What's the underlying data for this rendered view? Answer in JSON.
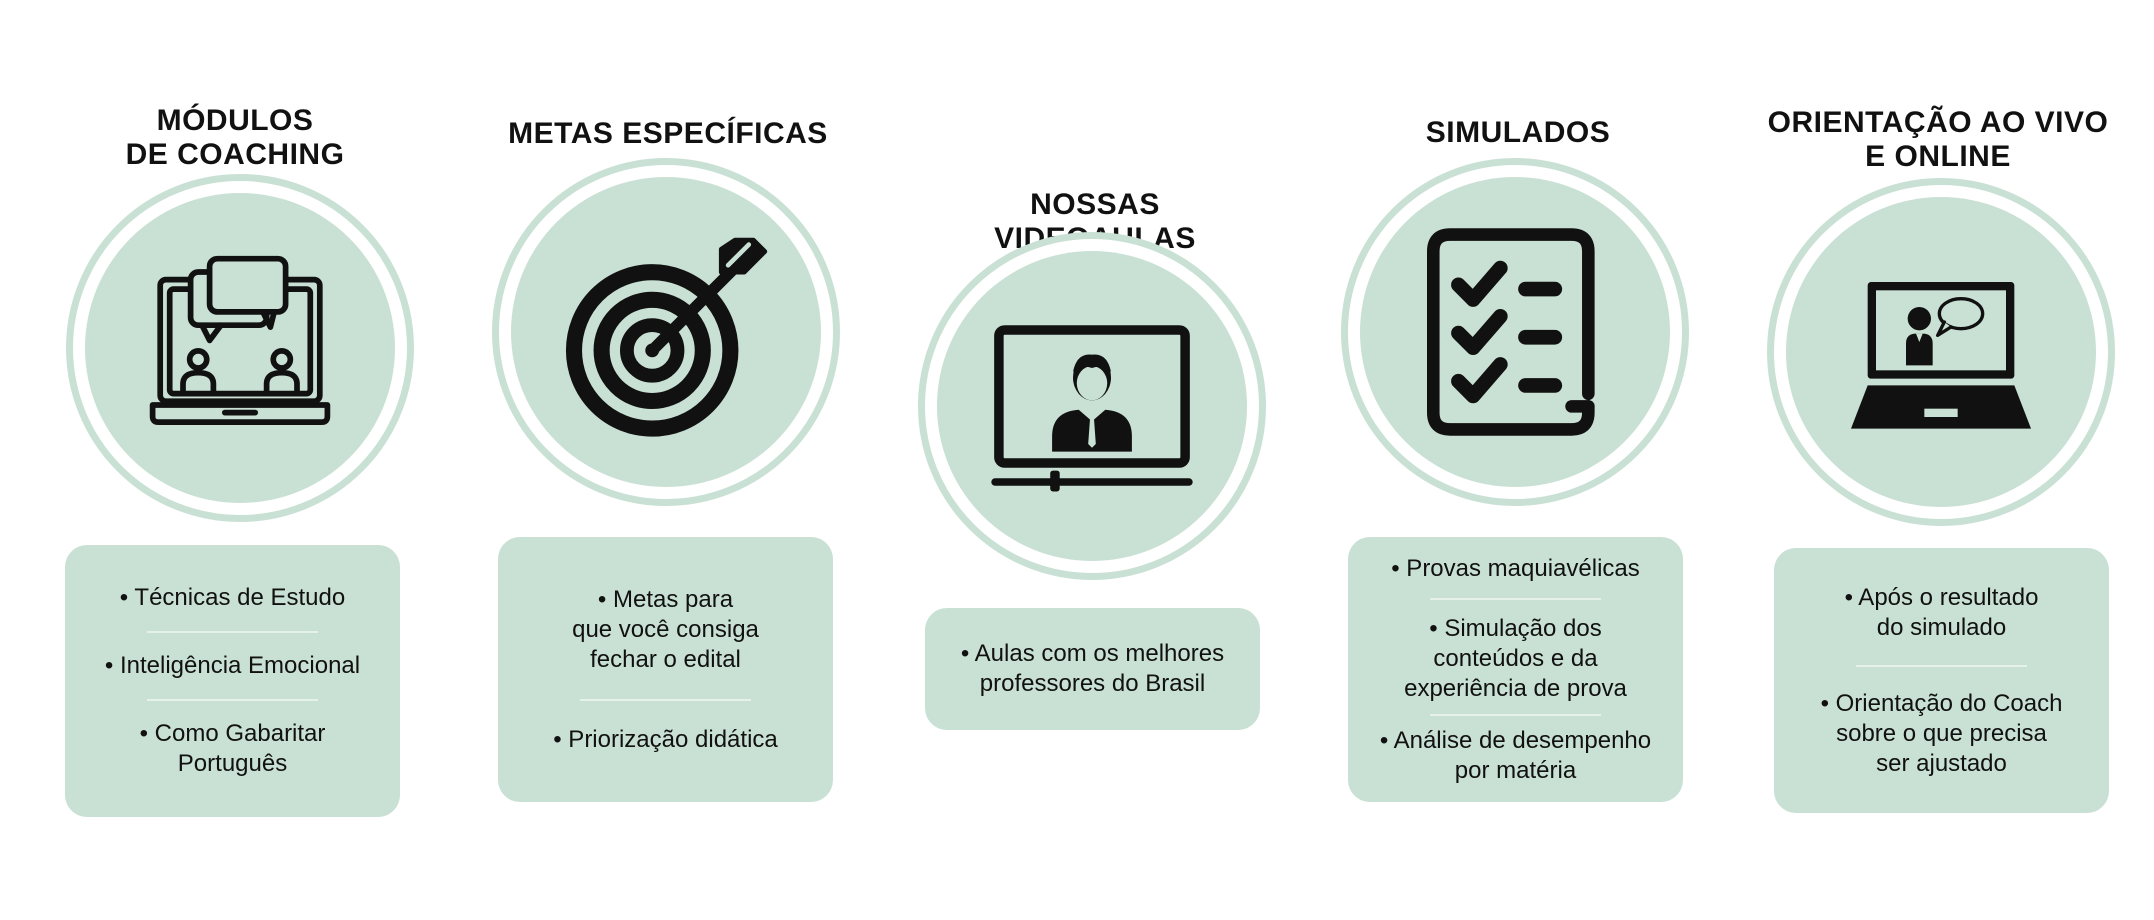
{
  "colors": {
    "accent": "#c9e1d4",
    "text": "#111111",
    "background": "#ffffff"
  },
  "features": [
    {
      "title_lines": [
        "MÓDULOS",
        "DE COACHING"
      ],
      "icon": "laptop-chat-icon",
      "items": [
        "• Técnicas de Estudo",
        "• Inteligência Emocional",
        "• Como Gabaritar\nPortuguês"
      ]
    },
    {
      "title_lines": [
        "METAS ESPECÍFICAS"
      ],
      "icon": "target-arrow-icon",
      "items": [
        "• Metas para\nque você consiga\nfechar o edital",
        "• Priorização didática"
      ]
    },
    {
      "title_lines": [
        "NOSSAS VIDEOAULAS"
      ],
      "icon": "video-lesson-icon",
      "items": [
        "• Aulas com os melhores\nprofessores do Brasil"
      ]
    },
    {
      "title_lines": [
        "SIMULADOS"
      ],
      "icon": "checklist-icon",
      "items": [
        "• Provas maquiavélicas",
        "• Simulação dos\nconteúdos e da\nexperiência de prova",
        "• Análise de desempenho\npor matéria"
      ]
    },
    {
      "title_lines": [
        "ORIENTAÇÃO AO VIVO",
        "E ONLINE"
      ],
      "icon": "laptop-coach-icon",
      "items": [
        "• Após o resultado\ndo simulado",
        "• Orientação do Coach\nsobre o que precisa\nser ajustado"
      ]
    }
  ]
}
